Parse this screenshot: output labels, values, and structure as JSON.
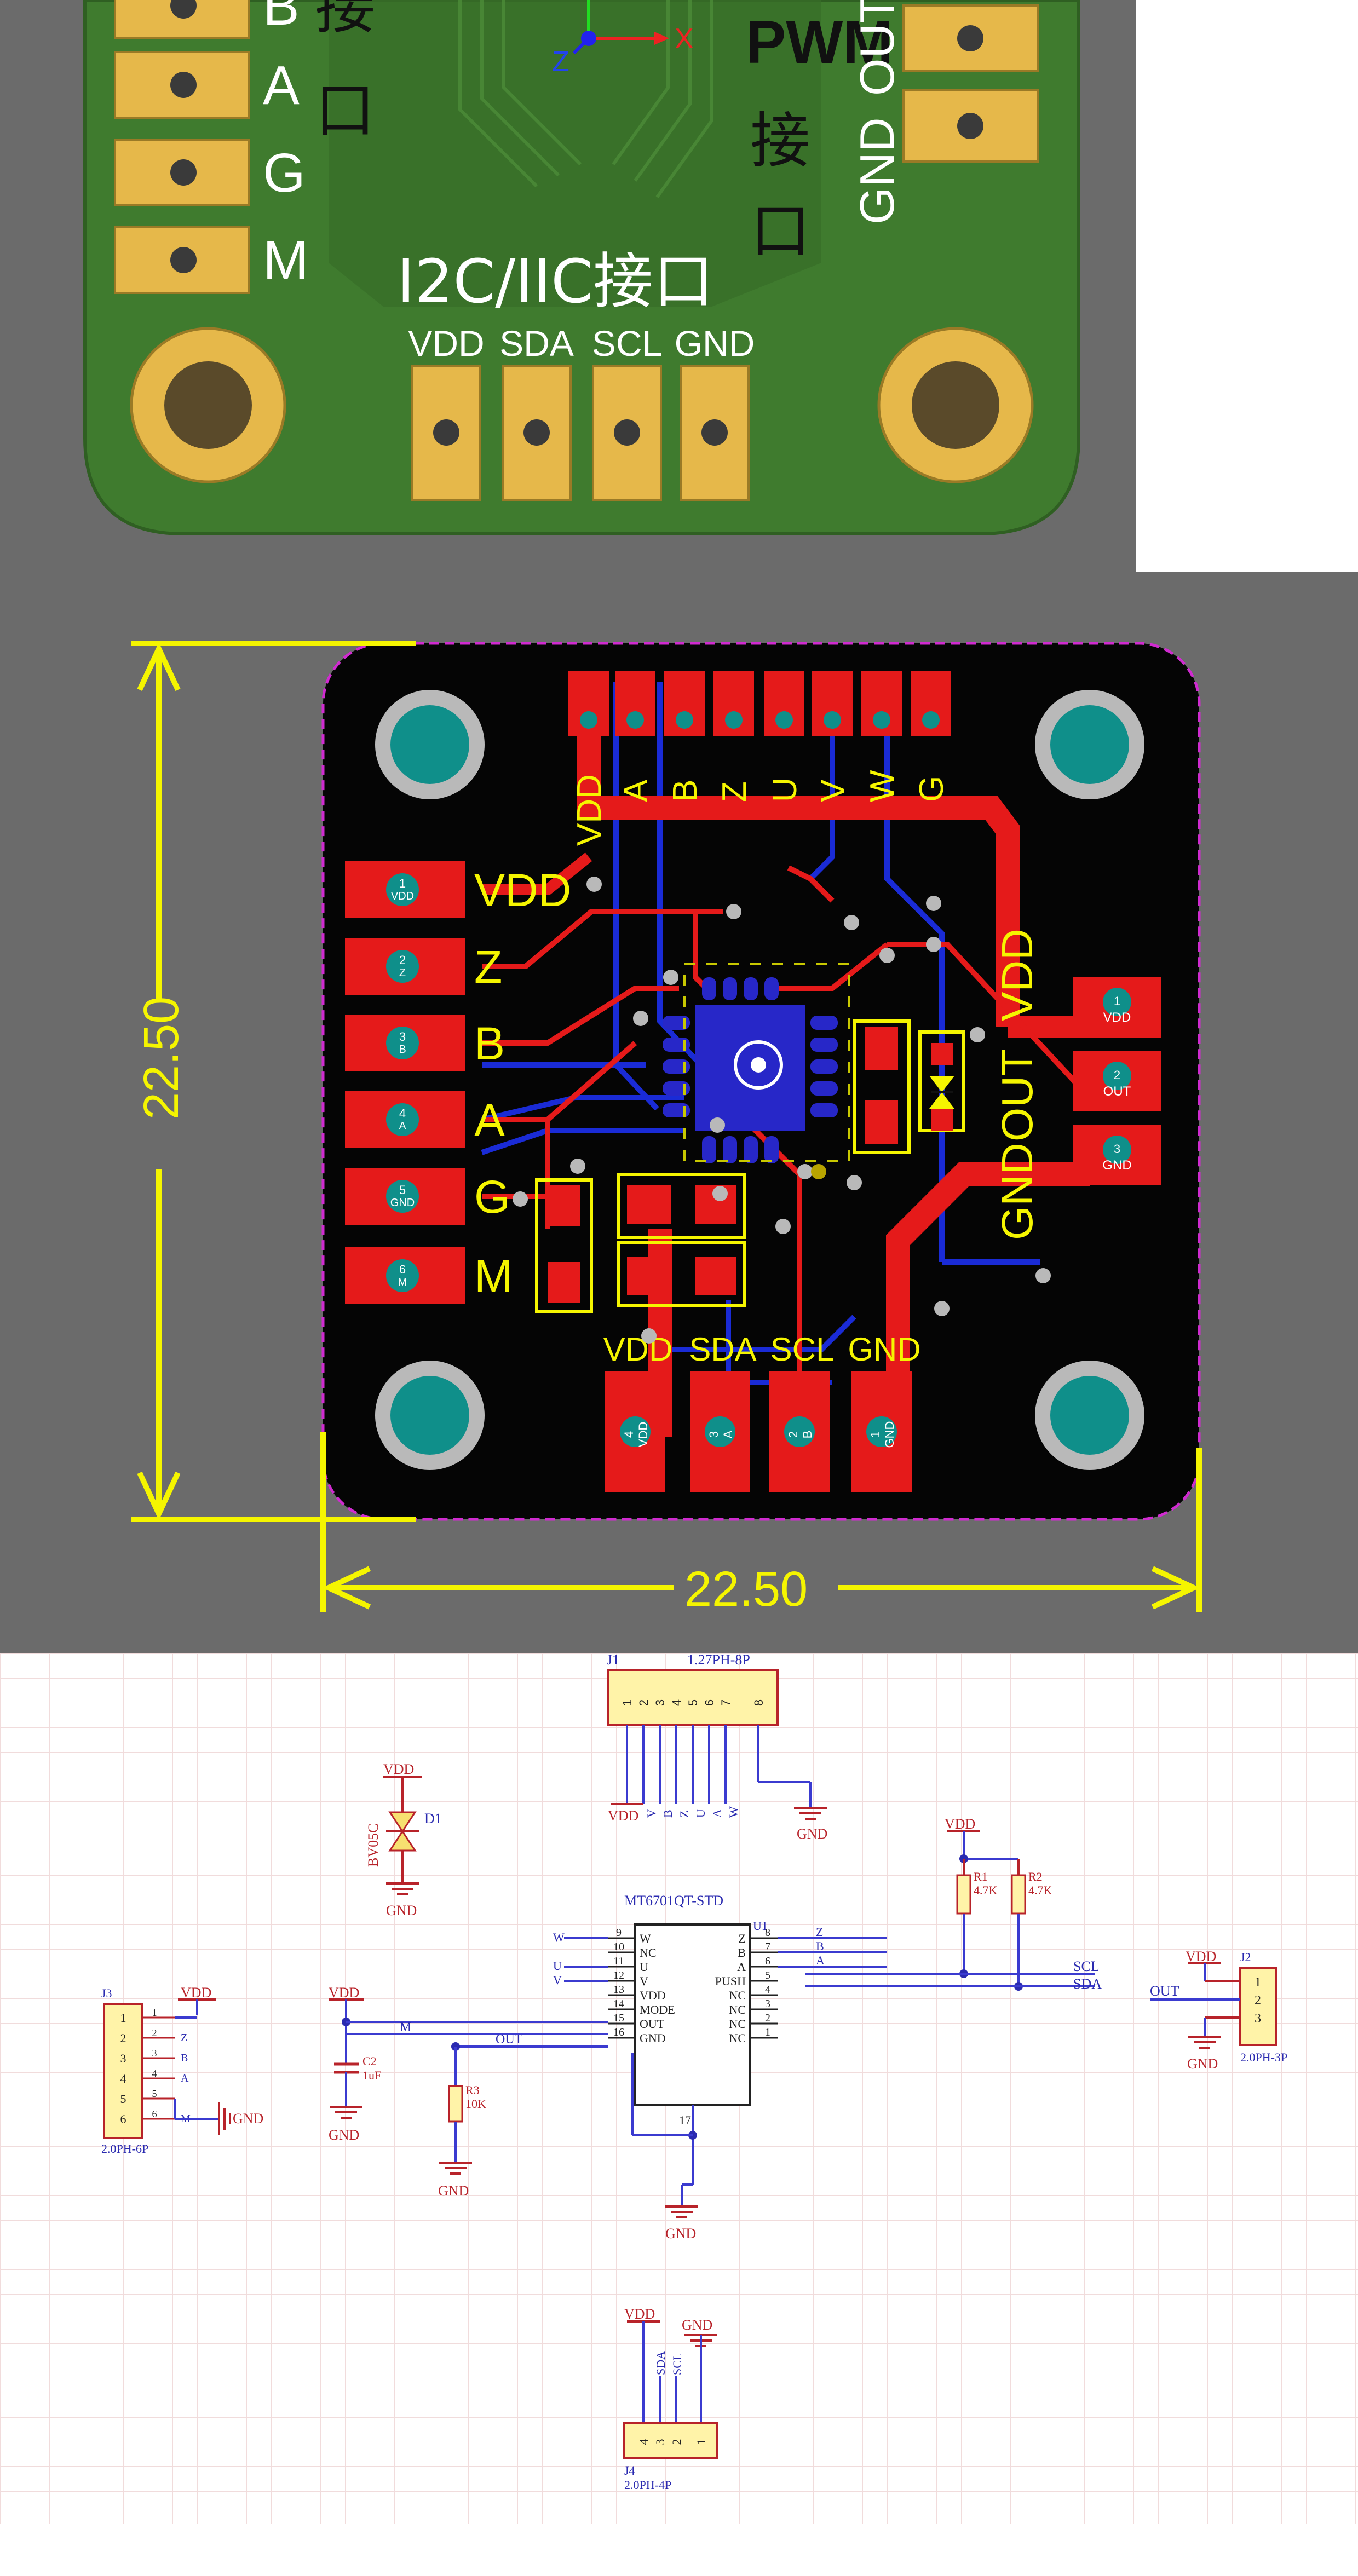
{
  "colors": {
    "pcb_green": "#3f7b2e",
    "pad_gold": "#e6b84a",
    "layout_bg": "#6b6b6b",
    "trace_red": "#e51a1a",
    "trace_blue": "#1a2bd6",
    "dim_yellow": "#f5f500",
    "mount_teal": "#0f8f8a",
    "schem_grid": "#f1dcdc",
    "schem_wire": "#3b3bd0",
    "schem_part": "#b8232a",
    "schem_body": "#fff3a8"
  },
  "render3d": {
    "left_pins": [
      "B",
      "A",
      "G",
      "M"
    ],
    "left_port_label": "接\n口",
    "pwm_label": "PWM",
    "pwm_port_label": "接\n口",
    "out_label": "OUT",
    "gnd_label": "GND",
    "i2c_title": "I2C/IIC接口",
    "i2c_pins": [
      "VDD",
      "SDA",
      "SCL",
      "GND"
    ],
    "axis_x": "X",
    "axis_z": "Z"
  },
  "layout2d": {
    "top_header_labels": [
      "VDD",
      "A",
      "B",
      "Z",
      "U",
      "V",
      "W",
      "G"
    ],
    "left_pins": [
      {
        "num": "1",
        "pad": "VDD",
        "label": "VDD"
      },
      {
        "num": "2",
        "pad": "Z",
        "label": "Z"
      },
      {
        "num": "3",
        "pad": "B",
        "label": "B"
      },
      {
        "num": "4",
        "pad": "A",
        "label": "A"
      },
      {
        "num": "5",
        "pad": "GND",
        "label": "G"
      },
      {
        "num": "6",
        "pad": "M",
        "label": "M"
      }
    ],
    "right_pins": [
      {
        "num": "1",
        "pad": "VDD",
        "label": "VDD"
      },
      {
        "num": "2",
        "pad": "OUT",
        "label": "OUT"
      },
      {
        "num": "3",
        "pad": "GND",
        "label": "GND"
      }
    ],
    "bottom_labels": [
      "VDD",
      "SDA",
      "SCL",
      "GND"
    ],
    "bottom_pads": [
      {
        "num": "4",
        "pad": "VDD"
      },
      {
        "num": "3",
        "pad": "A"
      },
      {
        "num": "2",
        "pad": "B"
      },
      {
        "num": "1",
        "pad": "GND"
      }
    ],
    "dim_vertical": "22.50",
    "dim_horizontal": "22.50"
  },
  "schematic": {
    "j1_ref": "J1",
    "j1_value": "1.27PH-8P",
    "j1_pins": [
      "VDD",
      "V",
      "B",
      "Z",
      "U",
      "A",
      "W"
    ],
    "j1_gnd": "GND",
    "d1_vdd": "VDD",
    "d1_ref": "D1",
    "d1_value": "BV05C",
    "d1_gnd": "GND",
    "ic_name": "MT6701QT-STD",
    "ic_ref": "U1",
    "ic_left_pins": [
      {
        "num": "9",
        "name": "W",
        "net": "W"
      },
      {
        "num": "10",
        "name": "NC",
        "net": ""
      },
      {
        "num": "11",
        "name": "U",
        "net": "U"
      },
      {
        "num": "12",
        "name": "V",
        "net": "V"
      },
      {
        "num": "13",
        "name": "VDD",
        "net": ""
      },
      {
        "num": "14",
        "name": "MODE",
        "net": "M"
      },
      {
        "num": "15",
        "name": "OUT",
        "net": "OUT"
      },
      {
        "num": "16",
        "name": "GND",
        "net": ""
      }
    ],
    "ic_right_pins": [
      {
        "num": "8",
        "name": "Z",
        "net": "Z"
      },
      {
        "num": "7",
        "name": "B",
        "net": "B"
      },
      {
        "num": "6",
        "name": "A",
        "net": "A"
      },
      {
        "num": "5",
        "name": "PUSH",
        "net": ""
      },
      {
        "num": "4",
        "name": "NC",
        "net": ""
      },
      {
        "num": "3",
        "name": "NC",
        "net": ""
      },
      {
        "num": "2",
        "name": "NC",
        "net": ""
      },
      {
        "num": "1",
        "name": "NC",
        "net": ""
      }
    ],
    "ic_pin17": "17",
    "ic_gnd": "GND",
    "r1_ref": "R1",
    "r1_value": "4.7K",
    "r2_ref": "R2",
    "r2_value": "4.7K",
    "r_vdd": "VDD",
    "net_scl": "SCL",
    "net_sda": "SDA",
    "j2_ref": "J2",
    "j2_value": "2.0PH-3P",
    "j2_vdd": "VDD",
    "j2_out": "OUT",
    "j2_gnd": "GND",
    "j2_pins": [
      "1",
      "2",
      "3"
    ],
    "j3_ref": "J3",
    "j3_value": "2.0PH-6P",
    "j3_vdd": "VDD",
    "j3_gnd": "GND",
    "j3_pins": [
      {
        "num": "1",
        "net": ""
      },
      {
        "num": "2",
        "net": "Z"
      },
      {
        "num": "3",
        "net": "B"
      },
      {
        "num": "4",
        "net": "A"
      },
      {
        "num": "5",
        "net": ""
      },
      {
        "num": "6",
        "net": "M"
      }
    ],
    "c2_ref": "C2",
    "c2_value": "1uF",
    "c2_vdd": "VDD",
    "c2_gnd": "GND",
    "net_m": "M",
    "net_out": "OUT",
    "r3_ref": "R3",
    "r3_value": "10K",
    "r3_gnd": "GND",
    "j4_ref": "J4",
    "j4_value": "2.0PH-4P",
    "j4_vdd": "VDD",
    "j4_gnd": "GND",
    "j4_nets": [
      "SDA",
      "SCL"
    ],
    "j4_pins": [
      "4",
      "3",
      "2",
      "1"
    ]
  }
}
